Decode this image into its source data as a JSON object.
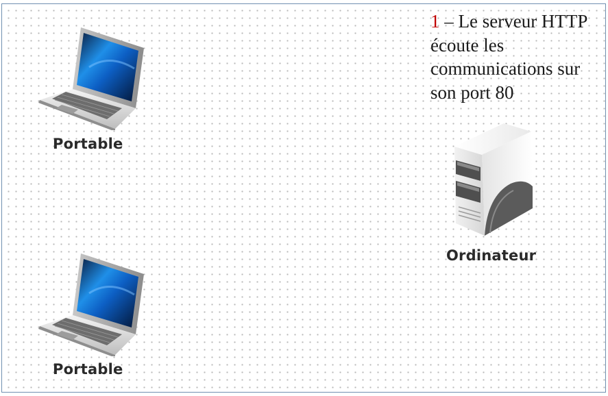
{
  "diagram": {
    "nodes": [
      {
        "id": "laptop-1",
        "type": "laptop",
        "label": "Portable"
      },
      {
        "id": "laptop-2",
        "type": "laptop",
        "label": "Portable"
      },
      {
        "id": "server",
        "type": "server",
        "label": "Ordinateur"
      }
    ],
    "annotation": {
      "step_number": "1",
      "text": " – Le serveur HTTP écoute les communications sur son port 80"
    },
    "colors": {
      "step_number": "#c00000",
      "grid_dot": "#b9b9b9",
      "border": "#6f8fb0"
    }
  }
}
